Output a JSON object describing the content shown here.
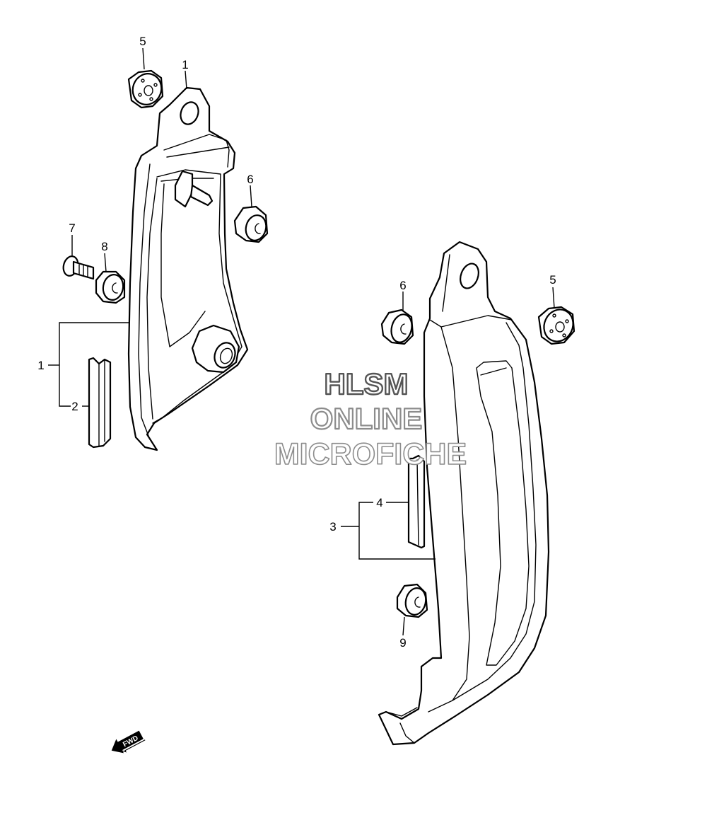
{
  "callouts": [
    {
      "id": "c5a",
      "label": "5"
    },
    {
      "id": "c1a",
      "label": "1"
    },
    {
      "id": "c6a",
      "label": "6"
    },
    {
      "id": "c7",
      "label": "7"
    },
    {
      "id": "c8",
      "label": "8"
    },
    {
      "id": "c1b",
      "label": "1"
    },
    {
      "id": "c2",
      "label": "2"
    },
    {
      "id": "c6b",
      "label": "6"
    },
    {
      "id": "c5b",
      "label": "5"
    },
    {
      "id": "c4",
      "label": "4"
    },
    {
      "id": "c3",
      "label": "3"
    },
    {
      "id": "c9",
      "label": "9"
    }
  ],
  "watermark": {
    "line1": "HLSM",
    "line2": "ONLINE",
    "line3": "MICROFICHE",
    "color": "#8c8c8c"
  },
  "direction": {
    "label": "FWD",
    "icon": "fwd-arrow-icon"
  }
}
